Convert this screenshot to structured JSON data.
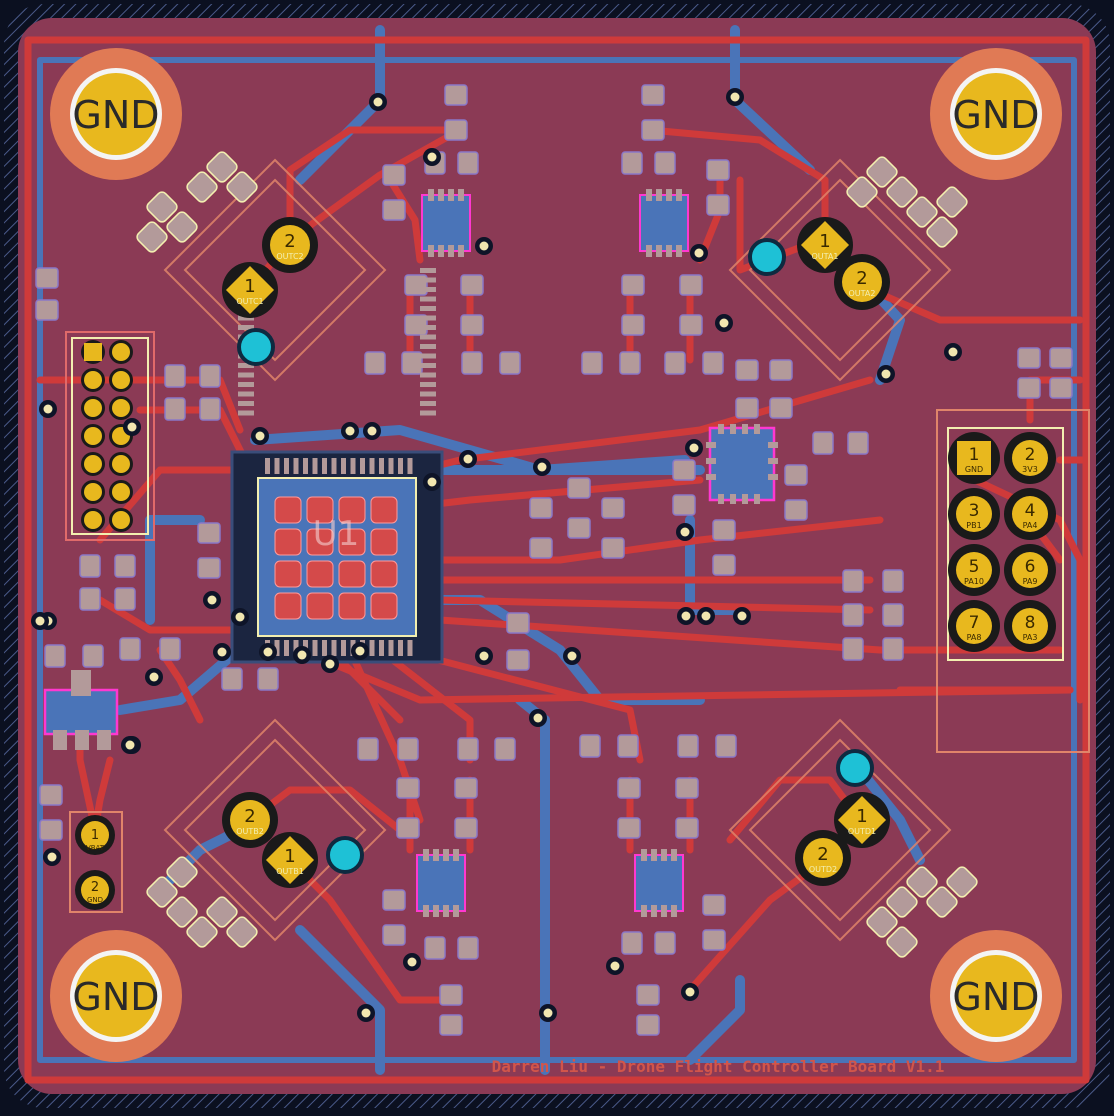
{
  "board": {
    "title": "Darren Liu - Drone Flight Controller Board V1.1",
    "colors": {
      "background": "#0b1020",
      "copper_fill": "#8b3a55",
      "back_trace": "#4a74b8",
      "front_trace": "#cf3a3a",
      "pad": "#b39a9a",
      "gold": "#e8b81e",
      "mounting_ring": "#e07a55",
      "via": "#f1e6b0",
      "courtyard": "#e06a6a",
      "silkscreen": "#f3efb0",
      "highlight": "#ff38d0",
      "testpoint": "#1ec1d6",
      "title_text": "#d2554a"
    }
  },
  "mounting_holes": [
    {
      "id": "mh-tl",
      "label": "GND"
    },
    {
      "id": "mh-tr",
      "label": "GND"
    },
    {
      "id": "mh-bl",
      "label": "GND"
    },
    {
      "id": "mh-br",
      "label": "GND"
    }
  ],
  "motor_connectors": [
    {
      "id": "outc",
      "p1": "1",
      "p2": "2",
      "l1": "OUTC1",
      "l2": "OUTC2"
    },
    {
      "id": "outa",
      "p1": "1",
      "p2": "2",
      "l1": "OUTA1",
      "l2": "OUTA2"
    },
    {
      "id": "outb",
      "p1": "1",
      "p2": "2",
      "l1": "OUTB1",
      "l2": "OUTB2"
    },
    {
      "id": "outd",
      "p1": "1",
      "p2": "2",
      "l1": "OUTD1",
      "l2": "OUTD2"
    }
  ],
  "header_right": {
    "pins": [
      {
        "n": "1",
        "label": "GND"
      },
      {
        "n": "2",
        "label": "3V3"
      },
      {
        "n": "3",
        "label": "PB1"
      },
      {
        "n": "4",
        "label": "PA4"
      },
      {
        "n": "5",
        "label": "PA10"
      },
      {
        "n": "6",
        "label": "PA9"
      },
      {
        "n": "7",
        "label": "PA8"
      },
      {
        "n": "8",
        "label": "PA3"
      }
    ]
  },
  "battery_connector": {
    "pins": [
      {
        "n": "1",
        "label": "VBAT"
      },
      {
        "n": "2",
        "label": "GND"
      }
    ]
  },
  "mcu": {
    "silk": "U1"
  }
}
